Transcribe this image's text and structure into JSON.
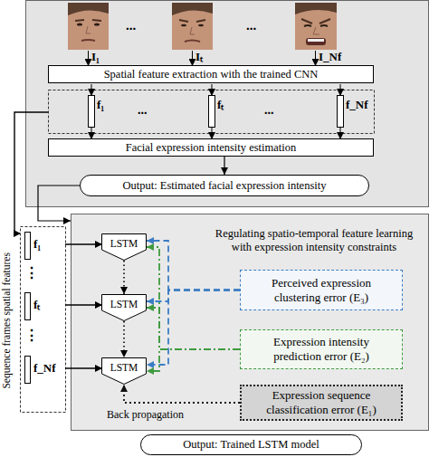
{
  "diagram": {
    "nodes": [
      {
        "text": [
          "Spatial feature extraction with the trained CNN"
        ]
      },
      {
        "text": [
          "Facial expression intensity estimation"
        ]
      },
      {
        "text": [
          "Output: Estimated facial expression intensity"
        ]
      },
      {
        "text": [
          "Regulating spatio-temporal feature learning with expression intensity constraints"
        ]
      },
      {
        "text": [
          "LSTM"
        ],
        "in": 3
      },
      {
        "text": [
          "LSTM"
        ],
        "in": 3
      },
      {
        "text": [
          "LSTM"
        ],
        "in": 3
      },
      {
        "text": [
          "Perceived expression clustering error (E₃)"
        ],
        "in": 3
      },
      {
        "text": [
          "Expression intensity prediction error (E₂)"
        ],
        "in": 3
      },
      {
        "text": [
          "Expression sequence classification error (E₁)"
        ],
        "in": 3
      },
      {
        "text": [
          "Output: Trained LSTM model"
        ]
      }
    ],
    "edges": [
      {
        "from": 1,
        "to": 2,
        "arrow": "to"
      },
      {
        "from": 2,
        "to": 3,
        "arrow": "to"
      },
      {
        "from": 4,
        "to": 5,
        "arrow": "to"
      },
      {
        "from": 5,
        "to": 6,
        "arrow": "to"
      },
      {
        "from": 7,
        "to": 4,
        "arrow": "to"
      },
      {
        "from": 7,
        "to": 5,
        "arrow": "to"
      },
      {
        "from": 7,
        "to": 6,
        "arrow": "to"
      },
      {
        "from": 8,
        "to": 4,
        "arrow": "to"
      },
      {
        "from": 8,
        "to": 5,
        "arrow": "to"
      },
      {
        "from": 8,
        "to": 6,
        "arrow": "to"
      },
      {
        "from": 9,
        "to": 6,
        "label": "Back propagation",
        "arrow": "to"
      }
    ],
    "labels": [
      "...",
      "...",
      "I₁",
      "Iₜ",
      "I_Nf",
      "f₁",
      "...",
      "fₜ",
      "...",
      "f_Nf",
      "Sequence frames spatial features",
      "f₁",
      "⋮",
      "fₜ",
      "⋮",
      "f_Nf"
    ]
  }
}
